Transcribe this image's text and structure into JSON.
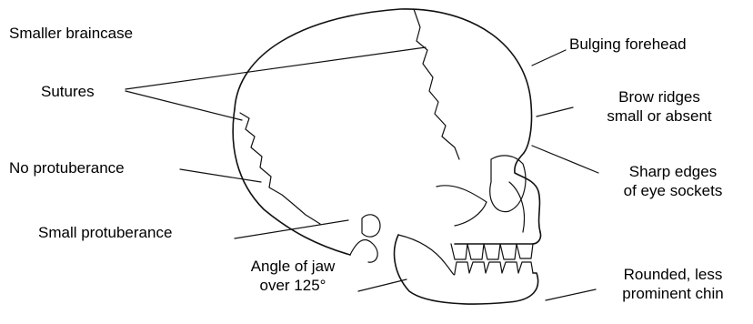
{
  "labels": {
    "braincase": "Smaller braincase",
    "sutures": "Sutures",
    "no_protuberance": "No protuberance",
    "small_protuberance": "Small protuberance",
    "angle_line1": "Angle of jaw",
    "angle_line2": "over  125°",
    "forehead": "Bulging forehead",
    "brow_line1": "Brow ridges",
    "brow_line2": "small or absent",
    "sharp_line1": "Sharp edges",
    "sharp_line2": "of eye sockets",
    "chin_line1": "Rounded, less",
    "chin_line2": "prominent chin"
  }
}
